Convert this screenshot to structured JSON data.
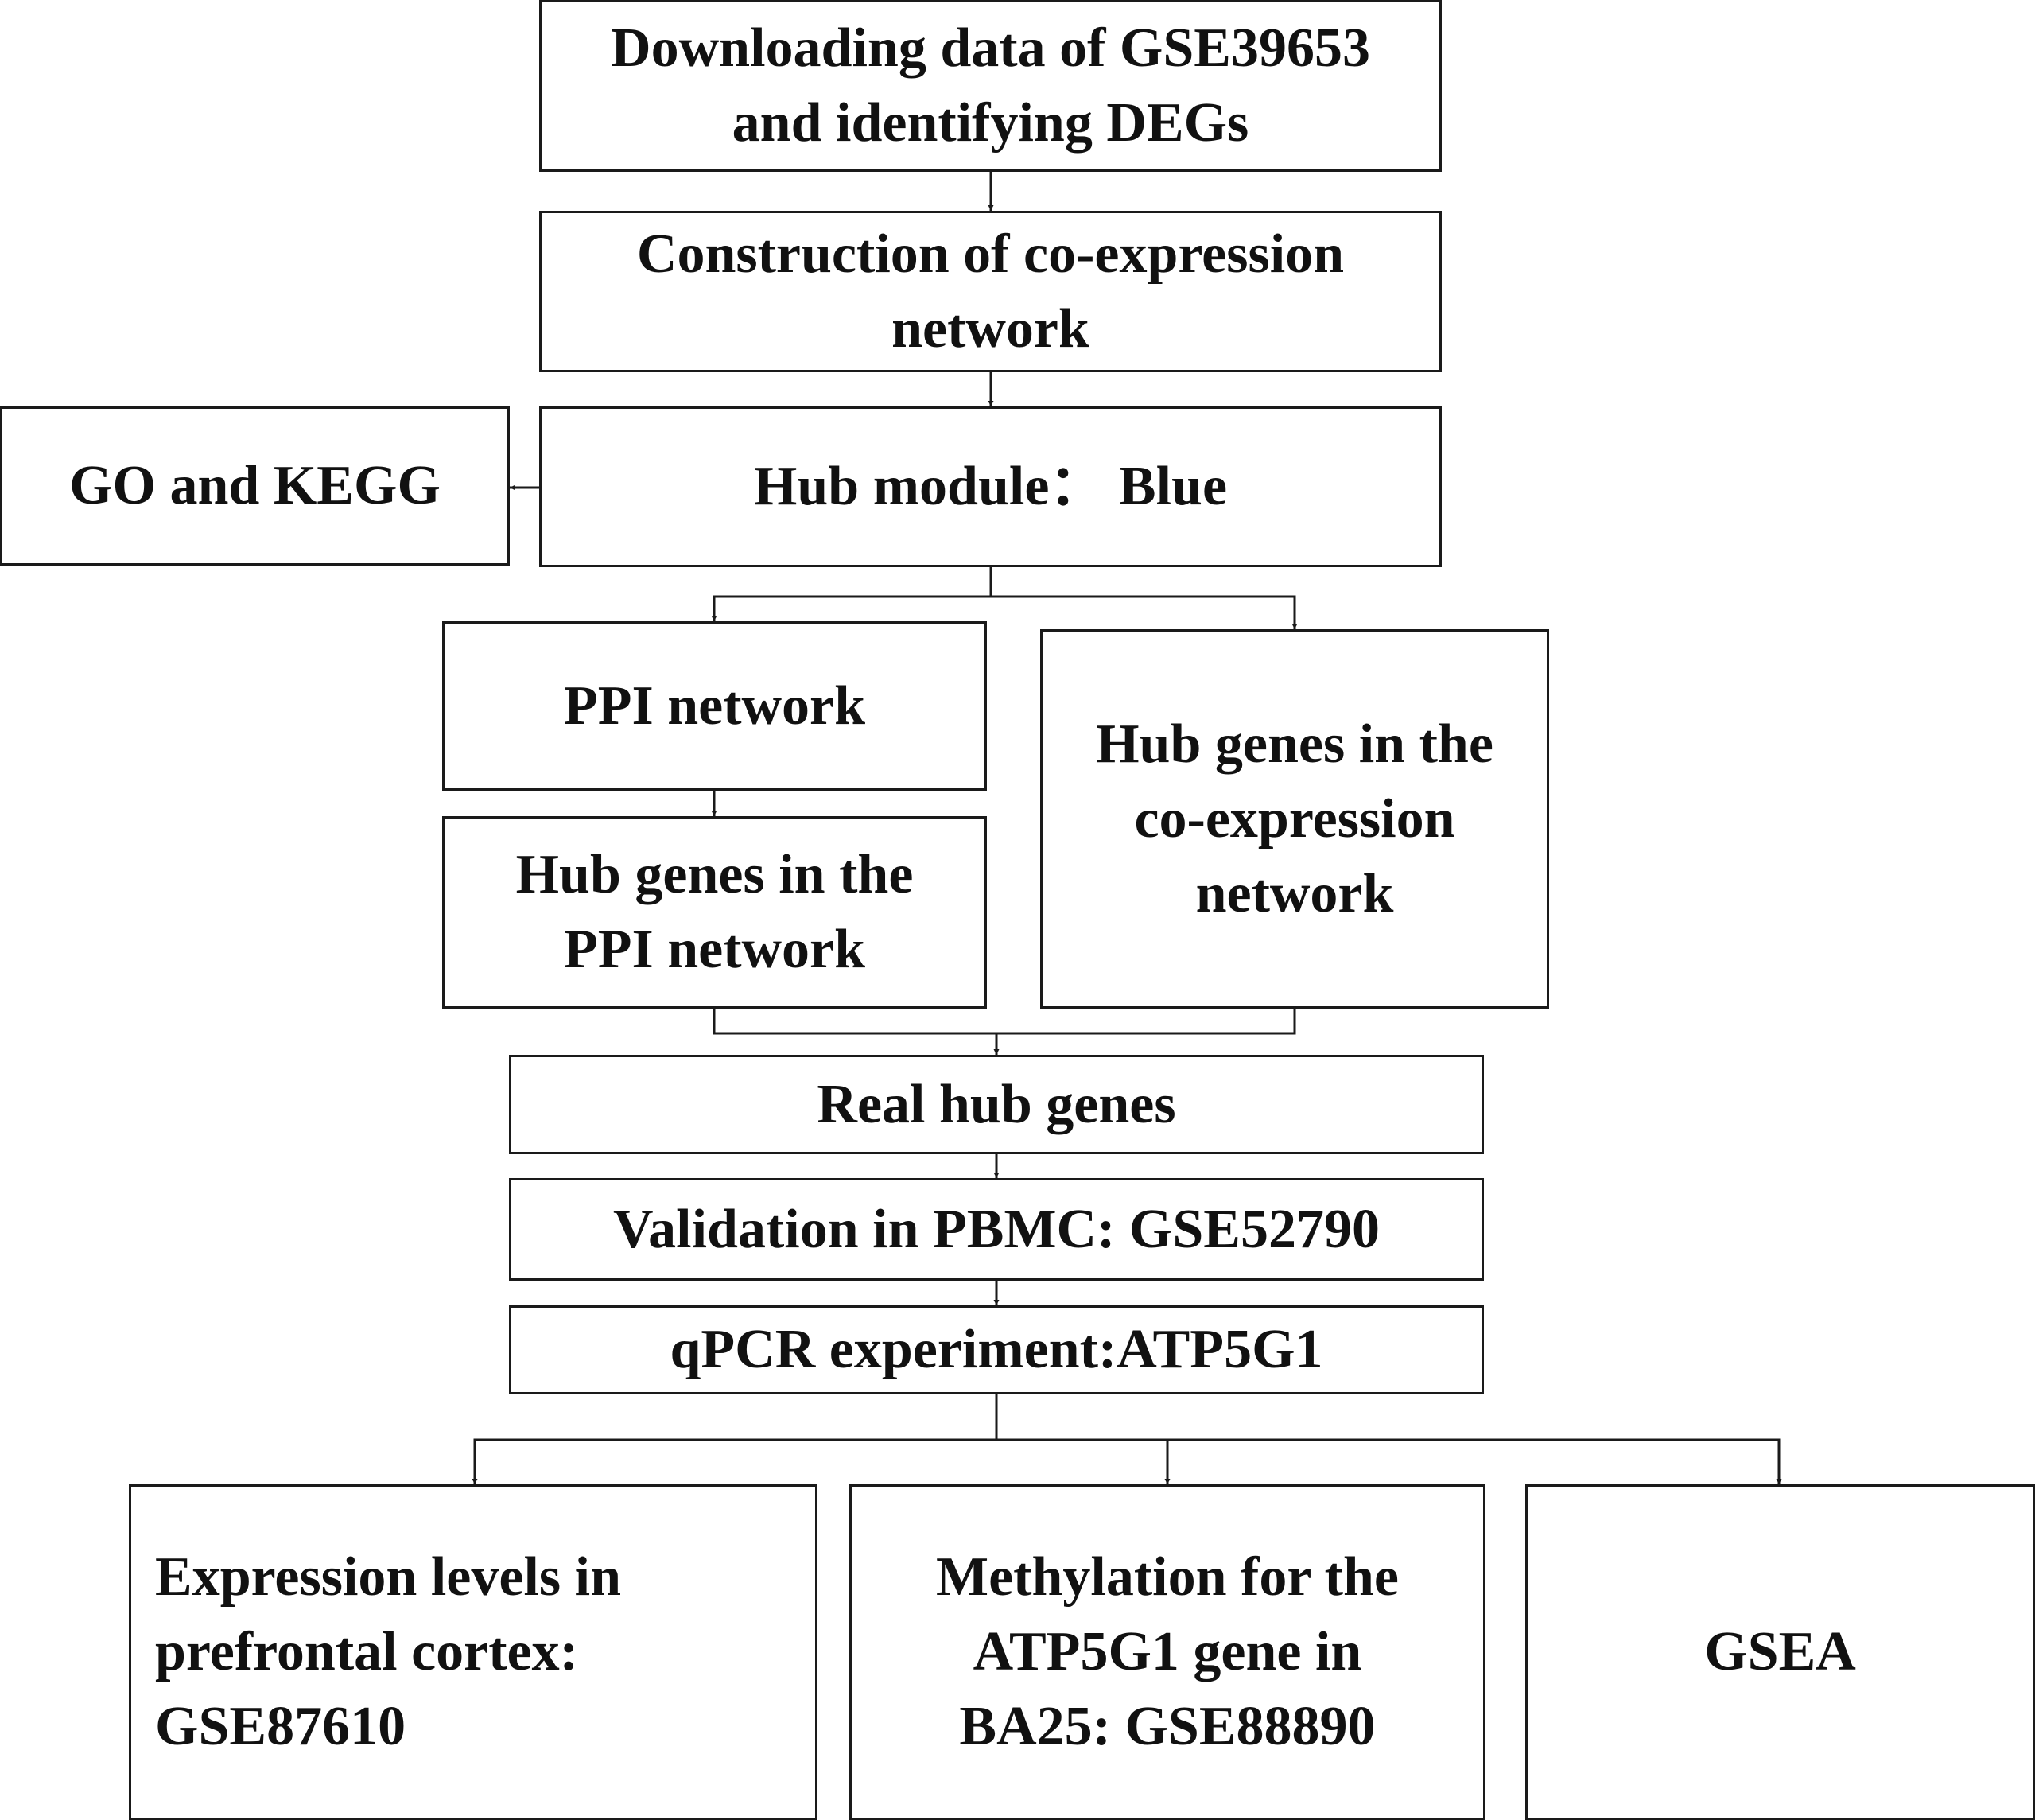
{
  "diagram": {
    "type": "flowchart",
    "nodes": {
      "download": "Downloading data of GSE39653\nand identifying DEGs",
      "coexpression": "Construction of co-expression\nnetwork",
      "hub_module": "Hub module：  Blue",
      "go_kegg": "GO and KEGG",
      "ppi_network": "PPI  network",
      "hub_genes_coexpression": "Hub genes in the\nco-expression\nnetwork",
      "hub_genes_ppi": "Hub genes in the\nPPI network",
      "real_hub_genes": "Real hub genes",
      "validation_pbmc": "Validation in PBMC: GSE52790",
      "qpcr": "qPCR experiment:ATP5G1",
      "expression_pfc": "Expression levels in\nprefrontal cortex:\nGSE87610",
      "methylation": "Methylation for the\nATP5G1 gene in\nBA25: GSE88890",
      "gsea": "GSEA"
    },
    "edges": [
      [
        "download",
        "coexpression"
      ],
      [
        "coexpression",
        "hub_module"
      ],
      [
        "hub_module",
        "go_kegg"
      ],
      [
        "hub_module",
        "ppi_network"
      ],
      [
        "hub_module",
        "hub_genes_coexpression"
      ],
      [
        "ppi_network",
        "hub_genes_ppi"
      ],
      [
        "hub_genes_ppi",
        "real_hub_genes"
      ],
      [
        "hub_genes_coexpression",
        "real_hub_genes"
      ],
      [
        "real_hub_genes",
        "validation_pbmc"
      ],
      [
        "validation_pbmc",
        "qpcr"
      ],
      [
        "qpcr",
        "expression_pfc"
      ],
      [
        "qpcr",
        "methylation"
      ],
      [
        "qpcr",
        "gsea"
      ]
    ],
    "colors": {
      "line": "#1a1a1a",
      "box_fill": "#ffffff",
      "text": "#111111"
    }
  }
}
